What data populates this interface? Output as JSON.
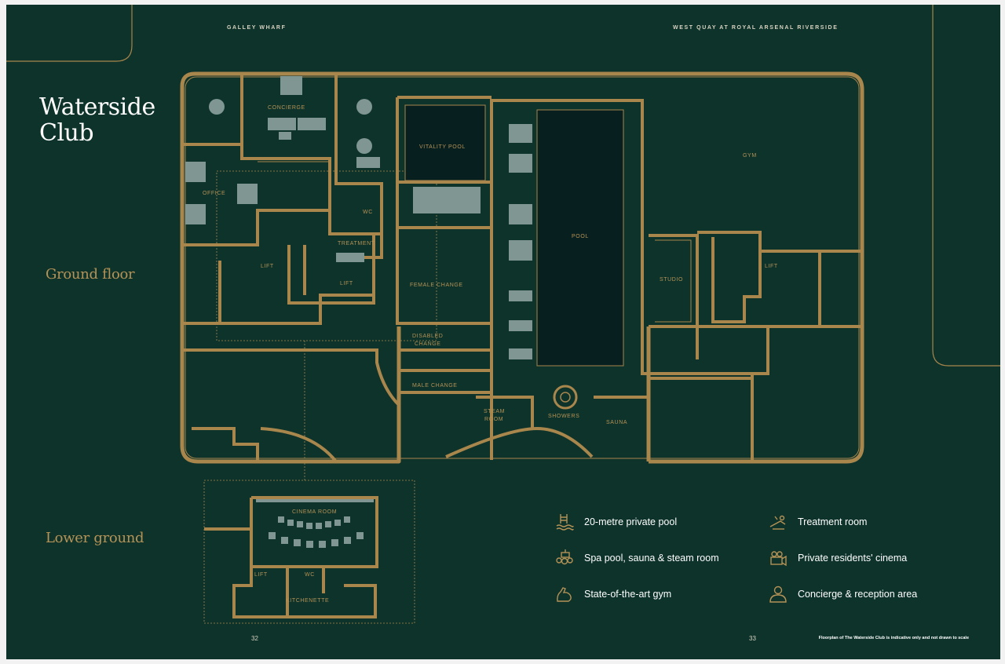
{
  "header": {
    "left": "GALLEY WHARF",
    "right": "WEST QUAY AT ROYAL ARSENAL RIVERSIDE"
  },
  "title": {
    "line1": "Waterside",
    "line2": "Club"
  },
  "floors": {
    "ground": "Ground floor",
    "lower": "Lower ground"
  },
  "rooms": {
    "concierge": "CONCIERGE",
    "office": "OFFICE",
    "wc": "WC",
    "treatment": "TREATMENT",
    "lift": "LIFT",
    "vitality_pool": "VITALITY POOL",
    "pool": "POOL",
    "gym": "GYM",
    "studio": "STUDIO",
    "female_change": "FEMALE CHANGE",
    "disabled_change_1": "DISABLED",
    "disabled_change_2": "CHANGE",
    "male_change": "MALE CHANGE",
    "steam_room_1": "STEAM",
    "steam_room_2": "ROOM",
    "showers": "SHOWERS",
    "sauna": "SAUNA",
    "cinema_room": "CINEMA ROOM",
    "kitchenette": "KITCHENETTE"
  },
  "legend": [
    {
      "icon": "pool-ladder-icon",
      "label": "20-metre private pool"
    },
    {
      "icon": "massage-icon",
      "label": "Treatment room"
    },
    {
      "icon": "spa-stones-icon",
      "label": "Spa pool, sauna & steam room"
    },
    {
      "icon": "cinema-camera-icon",
      "label": "Private residents' cinema"
    },
    {
      "icon": "flexed-arm-icon",
      "label": "State-of-the-art gym"
    },
    {
      "icon": "person-icon",
      "label": "Concierge & reception area"
    }
  ],
  "pages": {
    "left": "32",
    "right": "33"
  },
  "disclaimer": "Floorplan of The Waterside Club is indicative only and not drawn to scale",
  "colors": {
    "background": "#0d332b",
    "walls": "#a8864c",
    "label": "#b59256",
    "water": "#071f1f",
    "furniture": "#7f9693"
  }
}
